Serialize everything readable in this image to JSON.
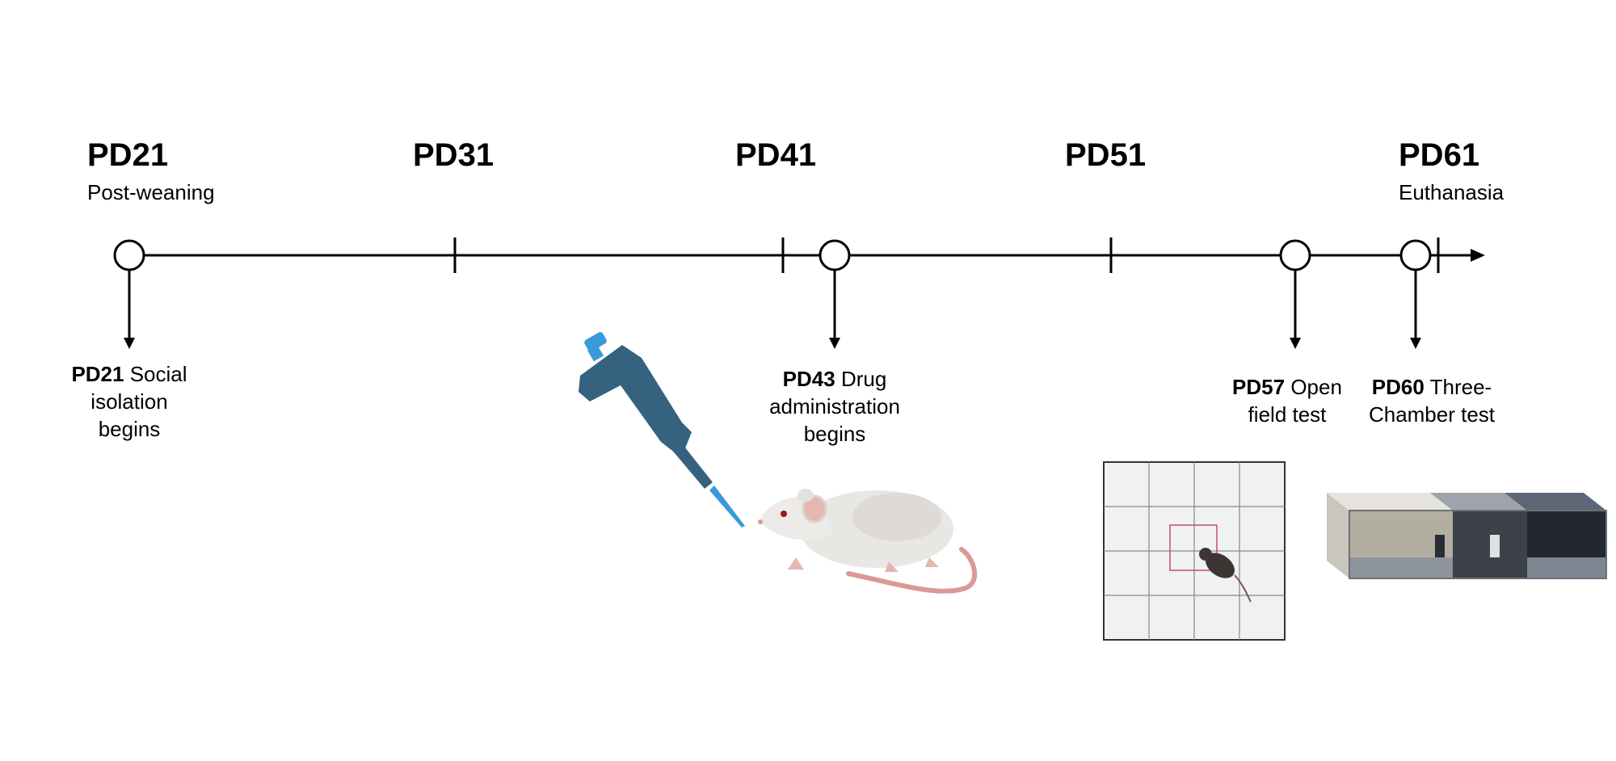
{
  "timeline": {
    "marks": [
      {
        "label": "PD21",
        "sub": "Post-weaning"
      },
      {
        "label": "PD31",
        "sub": ""
      },
      {
        "label": "PD41",
        "sub": ""
      },
      {
        "label": "PD51",
        "sub": ""
      },
      {
        "label": "PD61",
        "sub": "Euthanasia"
      }
    ],
    "events": [
      {
        "day": "PD21",
        "line1": "Social",
        "line2": "isolation",
        "line3": "begins"
      },
      {
        "day": "PD43",
        "line1": "Drug",
        "line2": "administration",
        "line3": "begins"
      },
      {
        "day": "PD57",
        "line1": "Open",
        "line2": "field test"
      },
      {
        "day": "PD60",
        "line1": "Three-",
        "line2": "Chamber test"
      }
    ]
  },
  "colors": {
    "pipette": "#35627e",
    "pipette_tip": "#3a9ad9",
    "mouse_body": "#e9e7e4",
    "mouse_tail": "#d99a96",
    "arena_line": "#333333",
    "arena_center": "#c84b6a"
  },
  "icons": [
    "pipette-icon",
    "white-mouse-icon",
    "open-field-arena-icon",
    "three-chamber-apparatus-icon"
  ]
}
